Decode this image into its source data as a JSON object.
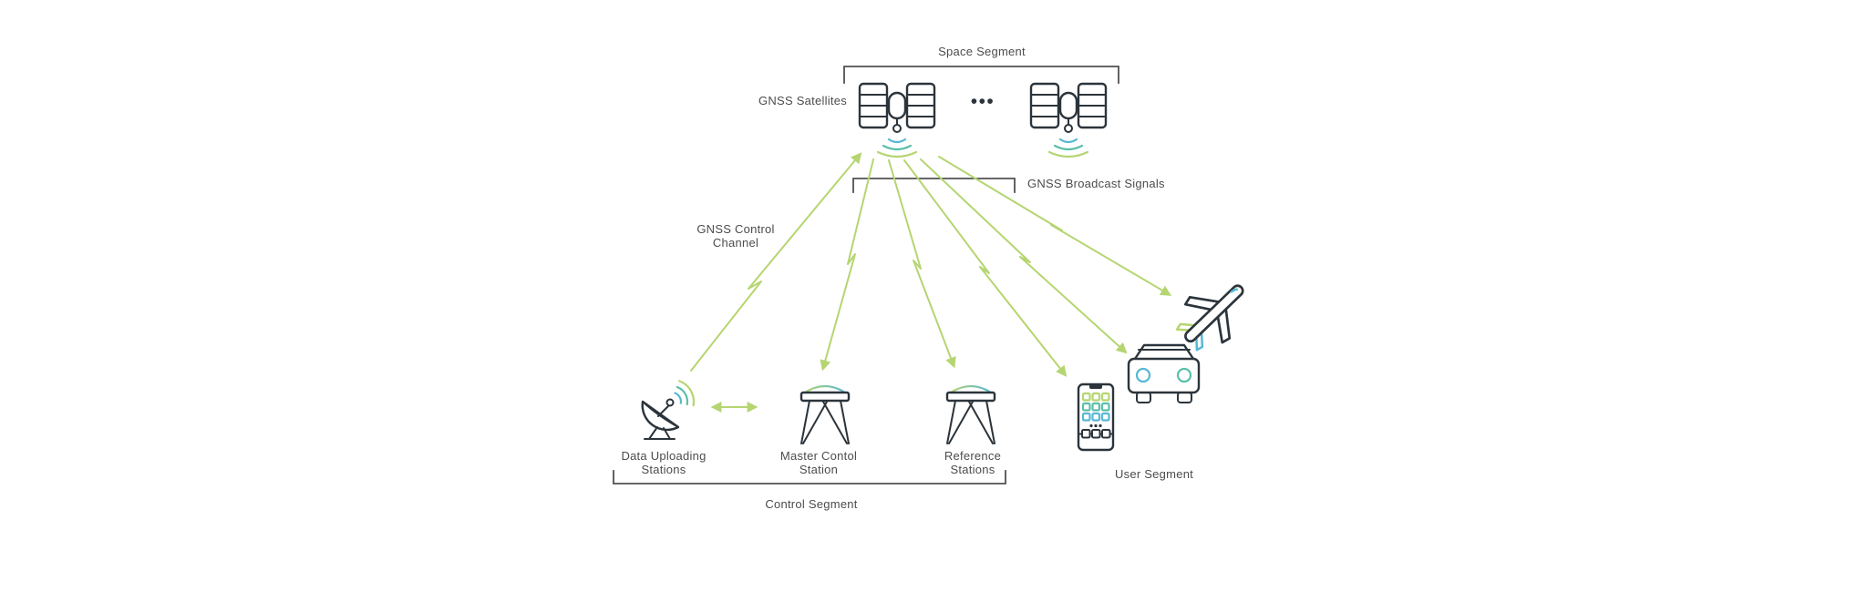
{
  "title": "GNSS system architecture diagram",
  "colors": {
    "green": "#b5d571",
    "blue": "#56b7d5",
    "teal": "#5bbfa9",
    "ink": "#2c343b",
    "text": "#4c4c4c",
    "bracket": "#515151",
    "background": "#ffffff"
  },
  "space_segment": {
    "title": "Space Segment",
    "satellites_label": "GNSS Satellites",
    "ellipsis": "•••"
  },
  "signals": {
    "broadcast_label": "GNSS Broadcast Signals",
    "control_channel_line1": "GNSS Control",
    "control_channel_line2": "Channel"
  },
  "control_segment": {
    "title": "Control Segment",
    "data_uploading_line1": "Data Uploading",
    "data_uploading_line2": "Stations",
    "master_line1": "Master Contol",
    "master_line2": "Station",
    "reference_line1": "Reference",
    "reference_line2": "Stations"
  },
  "user_segment": {
    "title": "User Segment"
  },
  "icons": {
    "satellite-icon": "GNSS satellite with solar panels",
    "signal-waves-icon": "radio wave arcs",
    "satellite-dish-icon": "data uploading ground dish antenna",
    "survey-station-icon": "tripod reference/control station",
    "smartphone-icon": "smartphone user device",
    "car-icon": "car user device",
    "airplane-icon": "airplane user device",
    "lightning-arrow-icon": "green zig-zag signal arrow",
    "double-arrow-icon": "bidirectional link arrow",
    "ellipsis-icon": "more satellites dots"
  }
}
